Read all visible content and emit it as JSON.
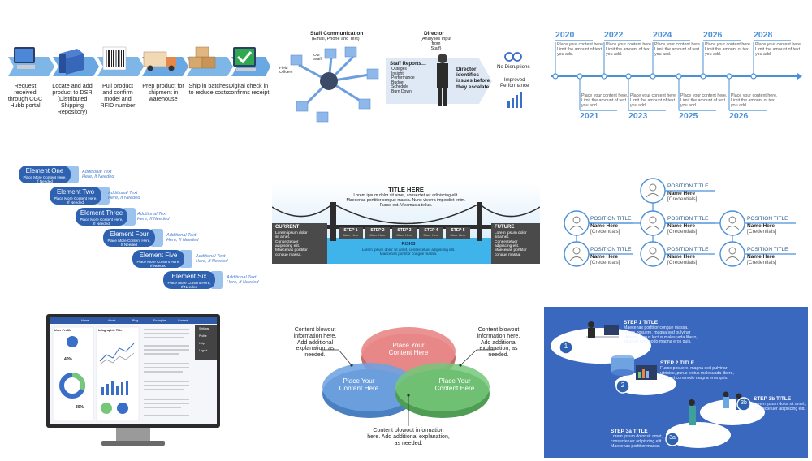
{
  "panel1": {
    "steps": [
      {
        "label": "Request\nreceived\nthrough CGC\nHubb portal"
      },
      {
        "label": "Locate and add\nproduct to DSR\n(Distributed\nShipping\nRepository)"
      },
      {
        "label": "Pull product\nand confirm\nmodel and\nRFID number"
      },
      {
        "label": "Prep product for\nshipment in\nwarehouse"
      },
      {
        "label": "Ship in batches\nto reduce costs"
      },
      {
        "label": "Digital check in\nconfirms receipt"
      }
    ]
  },
  "panel2": {
    "staff_comm_title": "Staff Communication",
    "staff_comm_sub": "(Email, Phone and Text)",
    "director_title": "Director",
    "director_sub": "(Analyses Input from\nStaff)",
    "our_staff": "Our\nStaff",
    "field_officers": "Field\nOfficers",
    "reports_title": "Staff Reports…",
    "reports_items": [
      "Outages",
      "Insight",
      "Performance",
      "Budget",
      "Schedule",
      "Burn Down"
    ],
    "director_text": "Director\nidentifies\nissues before\nthey escalate",
    "no_disruptions": "No Disruptions",
    "improved": "Improved\nPerformance"
  },
  "panel3": {
    "top_years": [
      "2020",
      "2022",
      "2024",
      "2026",
      "2028"
    ],
    "bottom_years": [
      "2021",
      "2023",
      "2025",
      "2026"
    ],
    "item_text": "Place your content here.\nLimit the amount of text\nyou add."
  },
  "panel4": {
    "elements": [
      {
        "title": "Element One",
        "sub": "Place More Content Here,\nIf Needed",
        "add": "Additional Text\nHere, If Needed"
      },
      {
        "title": "Element Two",
        "sub": "Place More Content Here,\nIf Needed",
        "add": "Additional Text\nHere, If Needed"
      },
      {
        "title": "Element Three",
        "sub": "Place More Content Here,\nIf Needed",
        "add": "Additional Text\nHere, If Needed"
      },
      {
        "title": "Element Four",
        "sub": "Place More Content Here,\nIf Needed",
        "add": "Additional Text\nHere, If Needed"
      },
      {
        "title": "Element Five",
        "sub": "Place More Content Here,\nIf Needed",
        "add": "Additional Text\nHere, If Needed"
      },
      {
        "title": "Element Six",
        "sub": "Place More Content Here,\nIf Needed",
        "add": "Additional Text\nHere, If Needed"
      }
    ]
  },
  "panel5": {
    "title": "TITLE HERE",
    "body": "Lorem ipsum dolor sit amet, consectetuer adipiscing elit.\nMaecenas porttitor congue massa. Nunc viverra imperdiet enim.\nFusce est. Vivamus a tellus.",
    "steps": [
      "STEP 1",
      "STEP 2",
      "STEP 3",
      "STEP 4",
      "STEP 5"
    ],
    "step_sub": "More Here",
    "current_title": "CURRENT",
    "current_items": [
      "Lorem ipsum dolor\nsit amet.",
      "Consectetuer\nadipiscing elit.",
      "Maecenas porttitor\ncongue massa."
    ],
    "future_title": "FUTURE",
    "future_items": [
      "Lorem ipsum dolor\nsit amet.",
      "Consectetuer\nadipiscing elit.",
      "Maecenas porttitor\ncongue massa."
    ],
    "risks_title": "RISKS",
    "risks_body": "Lorem ipsum dolor sit amet, consectetuer adipiscing elit.\nMaecenas porttitor congue massa."
  },
  "panel6": {
    "position_title": "POSITION TITLE",
    "name": "Name Here",
    "credentials": "[Credentials]"
  },
  "panel7": {
    "nav": [
      "Home",
      "About",
      "Blog",
      "Examples",
      "Contact"
    ],
    "profile_title": "User Profile",
    "chart_title": "Infographic Title",
    "side_menu": [
      "Settings",
      "Profile",
      "Help",
      "Logout"
    ],
    "pct_a": "40%",
    "pct_b": "30%"
  },
  "panel8": {
    "top_left": "Content blowout\ninformation here.\nAdd additional\nexplanation, as\nneeded.",
    "top_right": "Content blowout\ninformation here.\nAdd additional\nexplanation, as\nneeded.",
    "bottom": "Content blowout information\nhere. Add additional explanation,\nas needed.",
    "circle_label": "Place Your\nContent Here"
  },
  "panel9": {
    "step1_title": "STEP 1 TITLE",
    "step1_body": "Maecenas porttitor congue massa.\nFusce posuere, magna sed pulvinar\nultricies, purus lectus malesuada libero,\nsit amet commodo magna eros quis.",
    "step2_title": "STEP 2 TITLE",
    "step2_body": "Fusce posuere, magna sed pulvinar\nultricies, purus lectus malesuada libero,\nsit amet commodo magna eros quis.",
    "step3b_title": "STEP 3b TITLE",
    "step3b_body": "Lorem ipsum dolor sit amet,\nconsectetuer adipiscing elit.",
    "step3a_title": "STEP 3a TITLE",
    "step3a_body": "Lorem ipsum dolor sit amet,\nconsectetuer adipiscing elit.\nMaecenas porttitor massa.",
    "badges": [
      "1",
      "2",
      "3b",
      "3a"
    ]
  },
  "colors": {
    "accent_blue": "#4a90d9",
    "dark_blue": "#2e62b0",
    "panel9_bg": "#3a68bf",
    "venn_red": "#e98a8a",
    "venn_blue": "#6fa3e0",
    "venn_green": "#76c77a"
  }
}
